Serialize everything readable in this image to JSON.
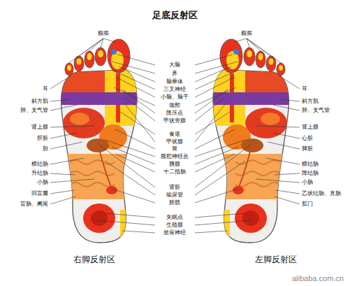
{
  "diagram": {
    "title": "足底反射区",
    "labels": [
      "大脑",
      "鼻",
      "脑垂体",
      "三叉神经",
      "小脑、脑干",
      "颈部",
      "降压点",
      "甲状旁腺",
      "食道",
      "甲状腺",
      "胃",
      "腹腔神经丛",
      "胰腺",
      "十二指肠",
      "肾脏",
      "输尿管",
      "膀胱",
      "失眠点",
      "生殖腺",
      "坐骨神经",
      "额窦",
      "耳",
      "斜方肌",
      "肺、支气管",
      "肾上腺",
      "肝脏",
      "胆",
      "横结肠",
      "升结肠",
      "小肠",
      "回盲瓣",
      "盲肠、阑尾",
      "额窦",
      "耳",
      "斜方肌",
      "肺、支气管",
      "肾上腺",
      "心脏",
      "脾脏",
      "横结肠",
      "降结肠",
      "小肠",
      "乙状结肠、直肠",
      "肛门",
      "右脚反射区",
      "左脚反射区",
      "alibaba.com.cn"
    ]
  }
}
